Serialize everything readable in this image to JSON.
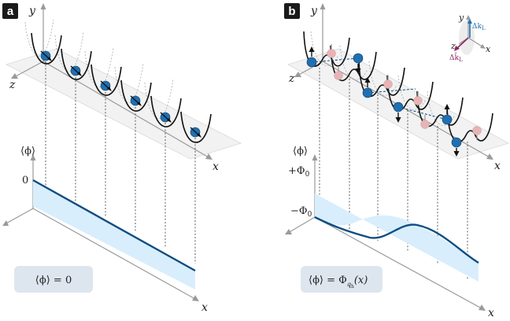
{
  "panels": {
    "a": {
      "label": "a",
      "axis_y": "y",
      "axis_z": "z",
      "axis_x_top": "x",
      "axis_x_bottom": "x",
      "phi_axis_label": "⟨ϕ⟩",
      "phi_tick": "0",
      "caption": "⟨ϕ⟩ = 0"
    },
    "b": {
      "label": "b",
      "axis_y": "y",
      "axis_z": "z",
      "axis_x_top": "x",
      "axis_x_bottom": "x",
      "phi_axis_label": "⟨ϕ⟩",
      "phi_tick_plus": "+Φ",
      "phi_tick_plus_sub": "0",
      "phi_tick_minus": "−Φ",
      "phi_tick_minus_sub": "0",
      "caption_main": "⟨ϕ⟩ = Φ",
      "caption_sub": "q",
      "caption_subsub": "h",
      "caption_tail": "(x)",
      "inset": {
        "axis_y": "y",
        "axis_z": "z",
        "axis_x": "x",
        "dk_top": "Δk",
        "dk_top_sub": "L",
        "dk_bottom": "Δk̄",
        "dk_bottom_sub": "L"
      }
    }
  },
  "colors": {
    "atom_blue": "#1f6fb2",
    "band_fill": "#d8eefc",
    "band_line": "#0f4c81",
    "caption_box": "#dde6ef",
    "ghost_atom": "#e6b4b4"
  }
}
